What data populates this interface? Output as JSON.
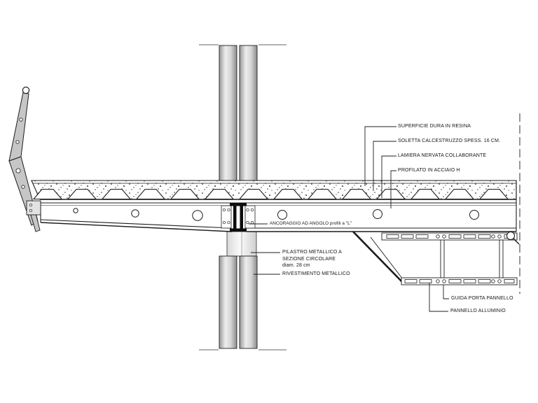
{
  "diagram": {
    "type": "architectural-section-detail",
    "subject": "composite floor slab on steel beam with circular steel column and suspended aluminium panel",
    "language": "it"
  },
  "labels": {
    "superficie": "SUPERFICIE DURA IN RESINA",
    "soletta": "SOLETTA CALCESTRUZZO SPESS. 16 CM.",
    "lamiera": "LAMIERA NERVATA COLLABORANTE",
    "profilato": "PROFILATO IN ACCIAIO H",
    "ancoraggio": "ANCORAGGIO AD ANGOLO profili a \"L\"",
    "pilastro1": "PILASTRO METALLICO A",
    "pilastro2": "SEZIONE CIRCOLARE",
    "pilastro3": "diam. 28 cm",
    "rivestimento": "RIVESTIMENTO METALLICO",
    "guida": "GUIDA PORTA PANNELLO",
    "pannello": "PANNELLO ALLUMINIO"
  },
  "colors": {
    "line": "#1c1c1c",
    "black_fill": "#0d0d0d",
    "column_gray_dark": "#8c8c8c",
    "column_gray_light": "#ededed",
    "arm_gray": "#c6c6c6",
    "stipple": "#333333",
    "background": "#ffffff"
  }
}
